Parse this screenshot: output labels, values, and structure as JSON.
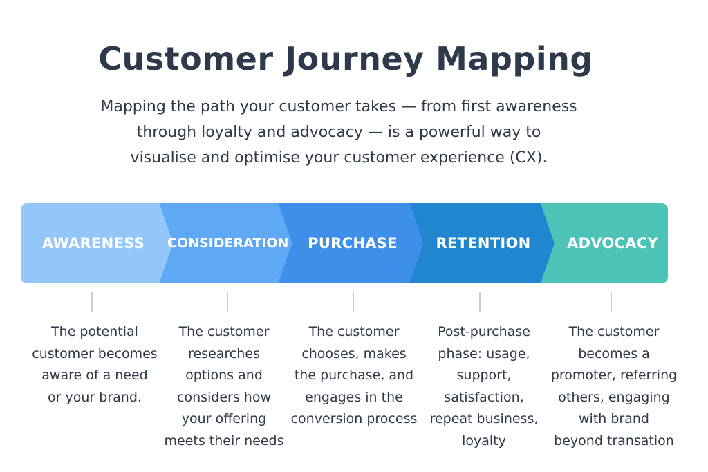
{
  "title": "Customer Journey Mapping",
  "intro": [
    "Mapping the path your customer takes — from first awareness",
    "through loyalty and advocacy — is a powerful way to",
    "visualise and optimise your customer experience (CX)."
  ],
  "stages": [
    {
      "label": "AWARENESS",
      "color": "#93c6f9",
      "description": [
        "The potential",
        "customer becomes",
        "aware of a need",
        "or your brand."
      ]
    },
    {
      "label": "CONSIDERATION",
      "color": "#5ea8f4",
      "description": [
        "The customer",
        "researches",
        "options and",
        "considers how",
        "your offering",
        "meets their needs"
      ]
    },
    {
      "label": "PURCHASE",
      "color": "#3d8fe9",
      "description": [
        "The customer",
        "chooses, makes",
        "the purchase, and",
        "engages in the",
        "conversion process"
      ]
    },
    {
      "label": "RETENTION",
      "color": "#1f86cf",
      "description": [
        "Post-purchase",
        "phase: usage,",
        "support,",
        "satisfaction,",
        "repeat business,",
        "loyalty"
      ]
    },
    {
      "label": "ADVOCACY",
      "color": "#4cc3b6",
      "description": [
        "The customer",
        "becomes a",
        "promoter, referring",
        "others, engaging",
        "with brand",
        "beyond transation"
      ]
    }
  ]
}
